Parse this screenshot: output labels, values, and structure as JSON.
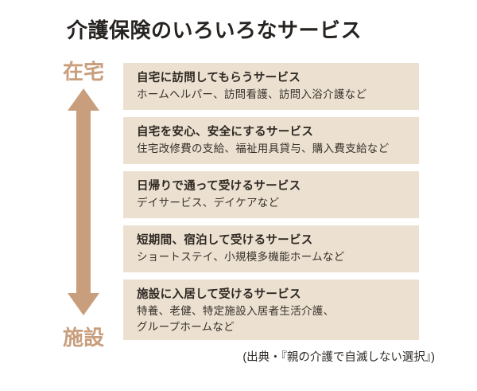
{
  "title": "介護保険のいろいろなサービス",
  "scale": {
    "top_label": "在宅",
    "bottom_label": "施設"
  },
  "services": [
    {
      "heading": "自宅に訪問してもらうサービス",
      "detail": "ホームヘルパー、訪問看護、訪問入浴介護など"
    },
    {
      "heading": "自宅を安心、安全にするサービス",
      "detail": "住宅改修費の支給、福祉用具貸与、購入費支給など"
    },
    {
      "heading": "日帰りで通って受けるサービス",
      "detail": "デイサービス、デイケアなど"
    },
    {
      "heading": "短期間、宿泊して受けるサービス",
      "detail": "ショートステイ、小規模多機能ホームなど"
    },
    {
      "heading": "施設に入居して受けるサービス",
      "detail": "特養、老健、特定施設入居者生活介護、\nグループホームなど"
    }
  ],
  "source": "(出典・『親の介護で自滅しない選択』)",
  "colors": {
    "accent": "#c89e7d",
    "box_background": "#ece1d1",
    "title_text": "#272320",
    "body_text": "#38322b"
  }
}
